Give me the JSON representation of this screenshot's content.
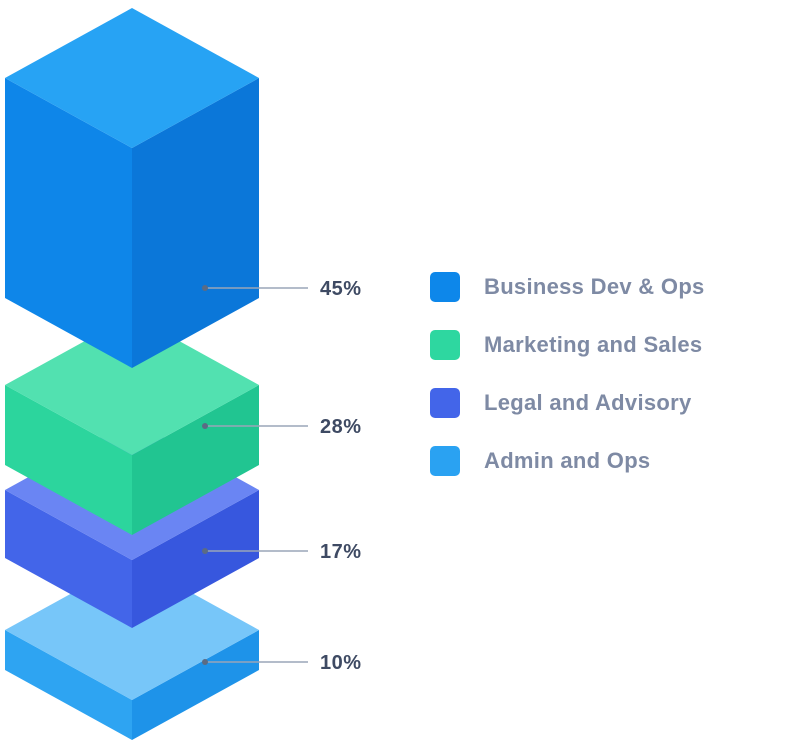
{
  "chart_data": {
    "type": "bar",
    "variant": "isometric-3d-stacked-layers",
    "title": "",
    "legend_position": "right",
    "categories": [
      "Business Dev & Ops",
      "Marketing and Sales",
      "Legal and Advisory",
      "Admin and Ops"
    ],
    "values": [
      45,
      28,
      17,
      10
    ],
    "series": [
      {
        "label": "Business Dev & Ops",
        "value": 45,
        "value_label": "45%",
        "colors": {
          "top": "#27a3f4",
          "left": "#0e86e9",
          "right": "#0b77d9",
          "legend": "#0d87ea"
        }
      },
      {
        "label": "Marketing and Sales",
        "value": 28,
        "value_label": "28%",
        "colors": {
          "top": "#52e1b0",
          "left": "#2cd59d",
          "right": "#21c591",
          "legend": "#2ed7a0"
        }
      },
      {
        "label": "Legal and Advisory",
        "value": 17,
        "value_label": "17%",
        "colors": {
          "top": "#6a85f3",
          "left": "#4365e9",
          "right": "#3757de",
          "legend": "#4365e9"
        }
      },
      {
        "label": "Admin and Ops",
        "value": 10,
        "value_label": "10%",
        "colors": {
          "top": "#77c6f9",
          "left": "#2ea4f2",
          "right": "#1e93e9",
          "legend": "#2aa2f2"
        }
      }
    ],
    "styles": {
      "background": "#ffffff",
      "callout_line_color": "#9aa5b8",
      "callout_dot_color": "#5b6b84",
      "value_label_color": "#3e4a63",
      "legend_text_color": "#7e8aa4"
    }
  }
}
